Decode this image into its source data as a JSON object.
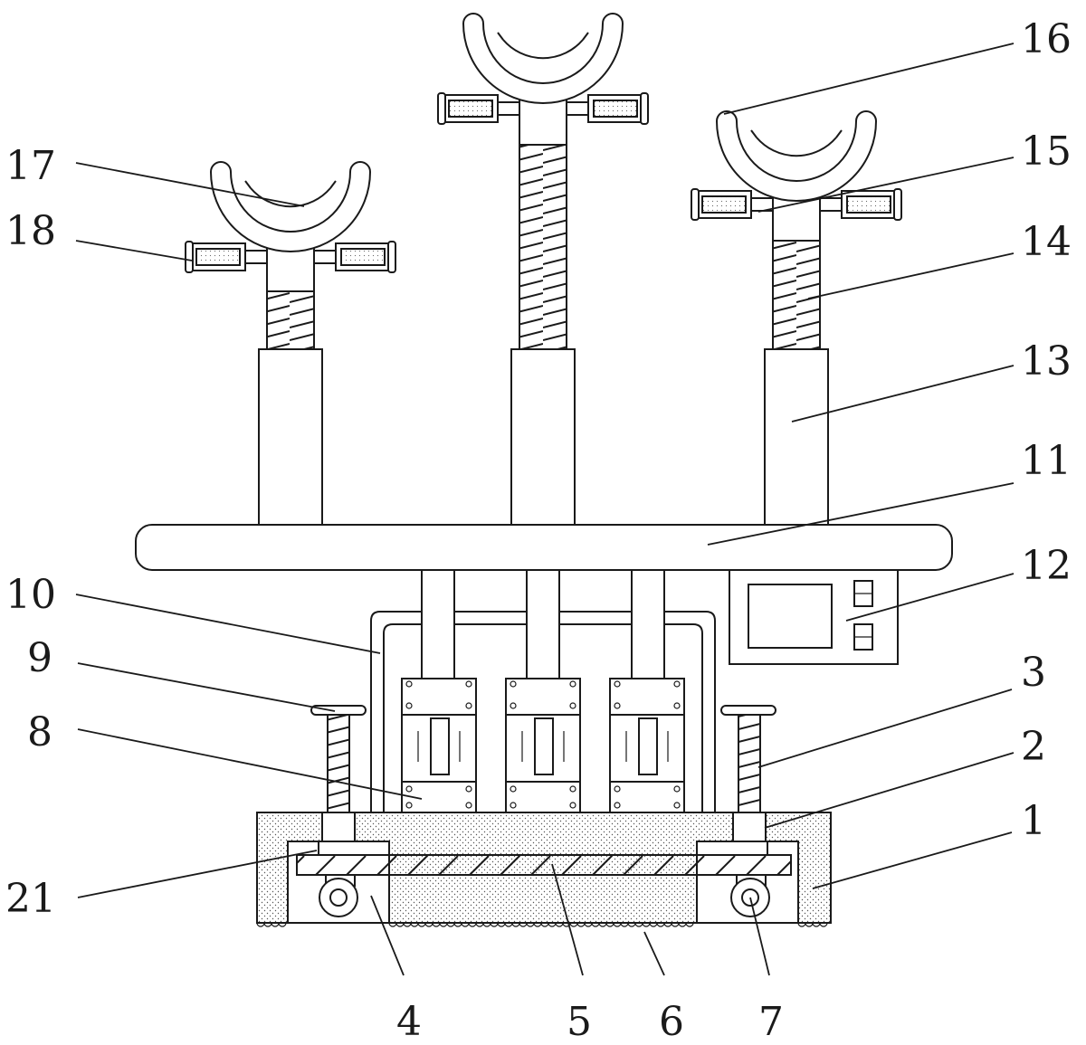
{
  "labels": [
    {
      "id": "1",
      "text": "1"
    },
    {
      "id": "2",
      "text": "2"
    },
    {
      "id": "3",
      "text": "3"
    },
    {
      "id": "4",
      "text": "4"
    },
    {
      "id": "5",
      "text": "5"
    },
    {
      "id": "6",
      "text": "6"
    },
    {
      "id": "7",
      "text": "7"
    },
    {
      "id": "8",
      "text": "8"
    },
    {
      "id": "9",
      "text": "9"
    },
    {
      "id": "10",
      "text": "10"
    },
    {
      "id": "11",
      "text": "11"
    },
    {
      "id": "12",
      "text": "12"
    },
    {
      "id": "13",
      "text": "13"
    },
    {
      "id": "14",
      "text": "14"
    },
    {
      "id": "15",
      "text": "15"
    },
    {
      "id": "16",
      "text": "16"
    },
    {
      "id": "17",
      "text": "17"
    },
    {
      "id": "18",
      "text": "18"
    },
    {
      "id": "21",
      "text": "21"
    }
  ]
}
